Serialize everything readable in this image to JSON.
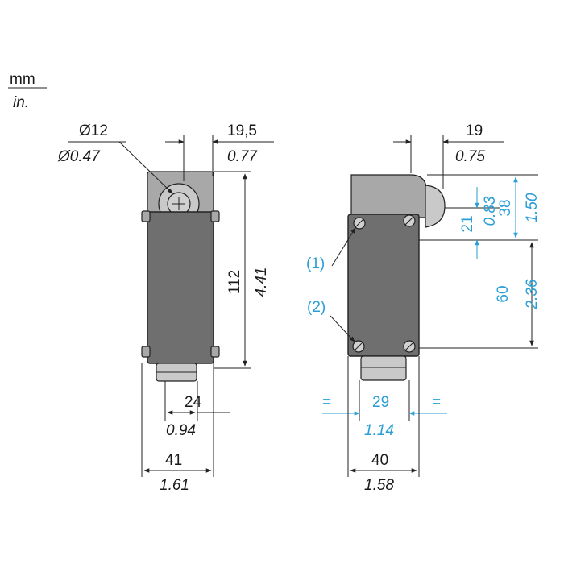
{
  "units": {
    "metric": "mm",
    "imperial": "in."
  },
  "left_view": {
    "diameter_mm": "Ø12",
    "diameter_in": "Ø0.47",
    "offset_mm": "19,5",
    "offset_in": "0.77",
    "height_mm": "112",
    "height_in": "4.41",
    "inner_width_mm": "24",
    "inner_width_in": "0.94",
    "width_mm": "41",
    "width_in": "1.61"
  },
  "right_view": {
    "offset_mm": "19",
    "offset_in": "0.75",
    "head_total_mm": "38",
    "head_total_in": "1.50",
    "head_upper_mm": "21",
    "head_upper_in": "0.83",
    "body_height_mm": "60",
    "body_height_in": "2.36",
    "label_1": "(1)",
    "label_2": "(2)",
    "eq_left": "=",
    "eq_right": "=",
    "hole_spacing_mm": "29",
    "hole_spacing_in": "1.14",
    "width_mm": "40",
    "width_in": "1.58"
  },
  "colors": {
    "annotation_blue": "#2a9fd6",
    "body_gray": "#6f6f6f",
    "line": "#222222"
  }
}
